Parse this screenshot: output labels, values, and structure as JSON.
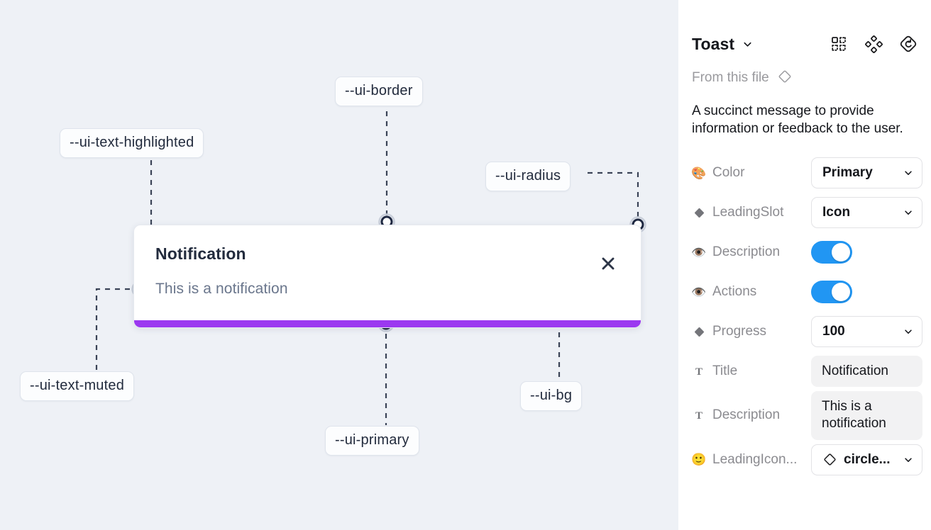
{
  "canvas": {
    "background_color": "#eef1f6",
    "toast": {
      "title": "Notification",
      "description": "This is a notification",
      "close_icon": "close-icon",
      "progress_color": "#9b38f0",
      "background_color": "#ffffff"
    },
    "annotations": [
      {
        "id": "ui-text-highlighted",
        "label": "--ui-text-highlighted"
      },
      {
        "id": "ui-border",
        "label": "--ui-border"
      },
      {
        "id": "ui-radius",
        "label": "--ui-radius"
      },
      {
        "id": "ui-text-muted",
        "label": "--ui-text-muted"
      },
      {
        "id": "ui-primary",
        "label": "--ui-primary"
      },
      {
        "id": "ui-bg",
        "label": "--ui-bg"
      }
    ]
  },
  "panel": {
    "title": "Toast",
    "title_caret_icon": "chevron-down-icon",
    "header_icons": [
      {
        "name": "component-grid-icon"
      },
      {
        "name": "diamond-cluster-icon"
      },
      {
        "name": "reset-instance-icon"
      }
    ],
    "from_file": {
      "label": "From this file",
      "icon": "diamond-icon"
    },
    "description": "A succinct message to provide information or feedback to the user.",
    "properties": [
      {
        "name": "color",
        "icon": "palette-emoji",
        "icon_glyph": "🎨",
        "label": "Color",
        "control": "select",
        "value": "Primary"
      },
      {
        "name": "leadingslot",
        "icon": "diamond-filled-icon",
        "label": "LeadingSlot",
        "control": "select",
        "value": "Icon"
      },
      {
        "name": "description",
        "icon": "eye-emoji",
        "icon_glyph": "👁️",
        "label": "Description",
        "control": "toggle",
        "value": "on"
      },
      {
        "name": "actions",
        "icon": "eye-emoji",
        "icon_glyph": "👁️",
        "label": "Actions",
        "control": "toggle",
        "value": "on"
      },
      {
        "name": "progress",
        "icon": "diamond-filled-icon",
        "label": "Progress",
        "control": "select",
        "value": "100"
      },
      {
        "name": "title",
        "icon": "text-type-icon",
        "icon_glyph": "T",
        "label": "Title",
        "control": "textfield",
        "value": "Notification"
      },
      {
        "name": "description-text",
        "icon": "text-type-icon",
        "icon_glyph": "T",
        "label": "Description",
        "control": "textfield",
        "value": "This is a notification"
      },
      {
        "name": "leadingicon",
        "icon": "smiley-emoji",
        "icon_glyph": "🙂",
        "label": "LeadingIcon...",
        "control": "select-icon",
        "value": "circle..."
      }
    ],
    "toggle_on_color": "#2196f3"
  }
}
